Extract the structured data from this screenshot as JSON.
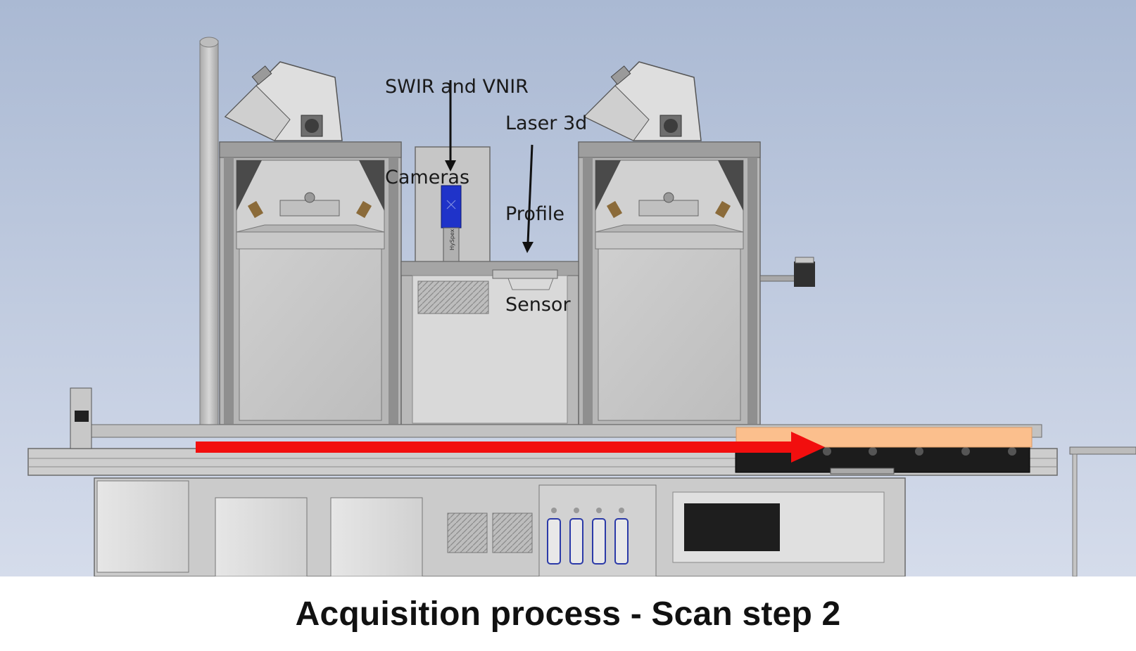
{
  "labels": {
    "cameras": {
      "line1": "SWIR and VNIR",
      "line2": "Cameras"
    },
    "laser": {
      "line1": "Laser 3d",
      "line2": "Profile",
      "line3": "Sensor"
    }
  },
  "caption": "Acquisition process - Scan step 2",
  "camera_device_text": "HySpex",
  "colors": {
    "background_top": "#aab9d3",
    "background_bottom": "#d5dceb",
    "arrow_red": "#f20e0e",
    "sample_tray": "#fbbf8d",
    "camera_blue": "#1f33c9",
    "caption_text": "#111111"
  },
  "icons": [
    "down-arrow-icon",
    "right-arrow-icon"
  ]
}
